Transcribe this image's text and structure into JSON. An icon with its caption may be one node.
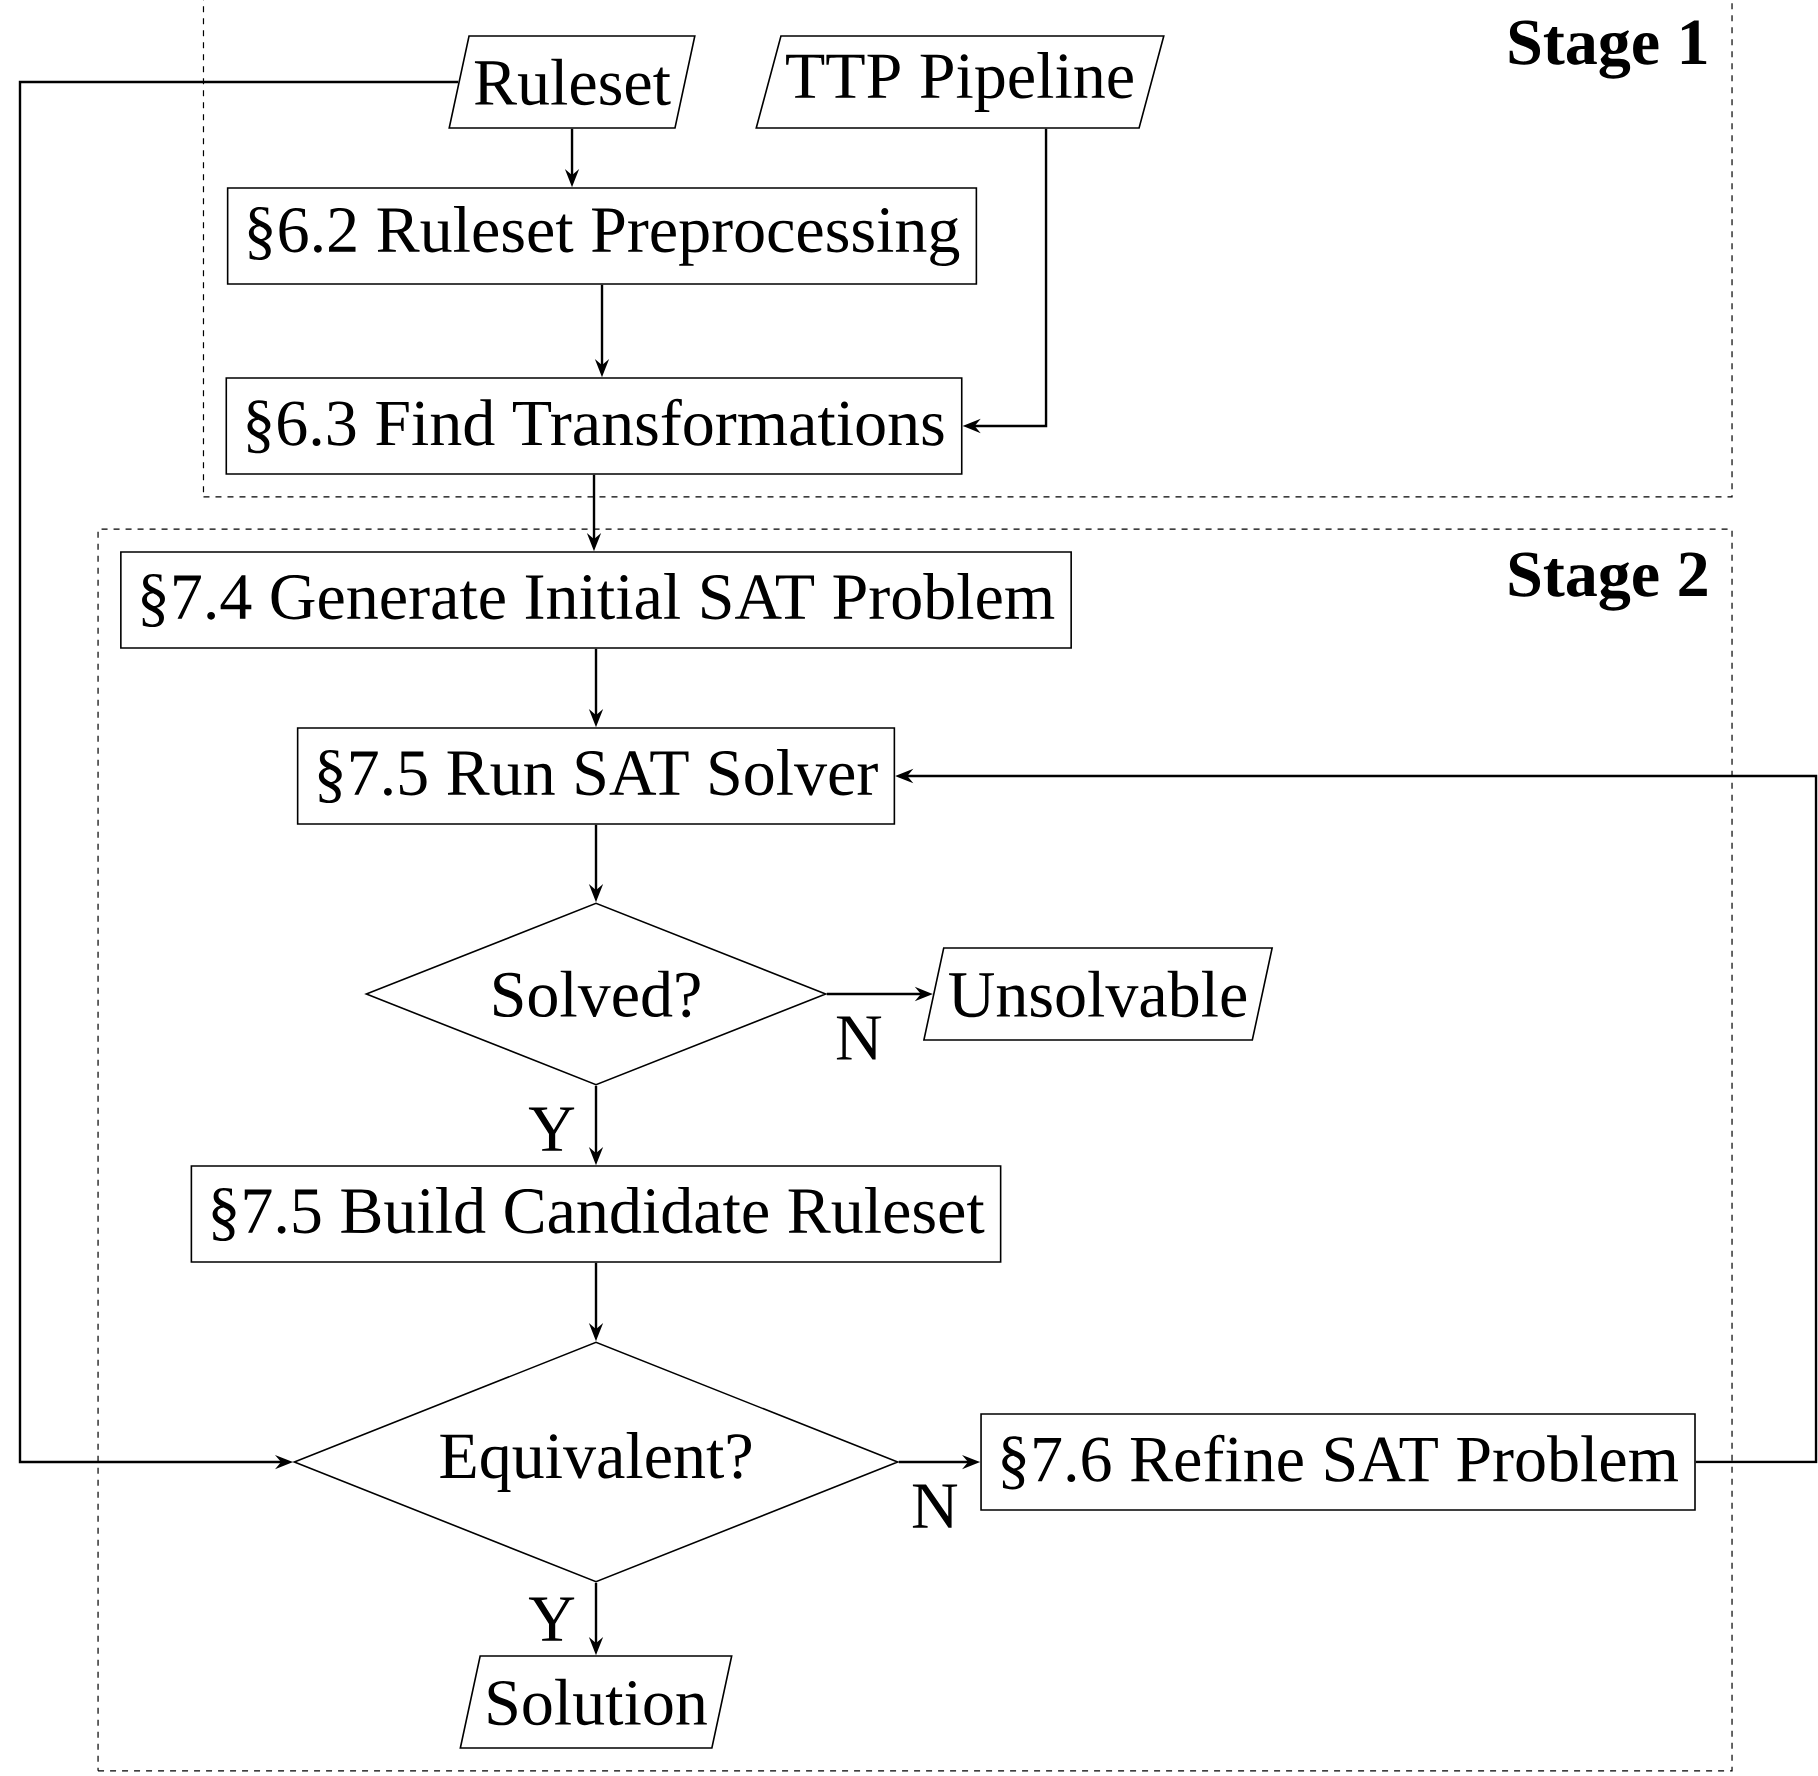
{
  "diagram": {
    "nodes": [
      {
        "text": [
          "Stage 1"
        ]
      },
      {
        "text": [
          "Ruleset"
        ],
        "in": 0
      },
      {
        "text": [
          "TTP Pipeline"
        ],
        "in": 0
      },
      {
        "text": [
          "§6.2 Ruleset Preprocessing"
        ],
        "in": 0
      },
      {
        "text": [
          "§6.3 Find Transformations"
        ],
        "in": 0
      },
      {
        "text": [
          "Stage 2"
        ]
      },
      {
        "text": [
          "§7.4 Generate Initial SAT Problem"
        ],
        "in": 5
      },
      {
        "text": [
          "§7.5 Run SAT Solver"
        ],
        "in": 5
      },
      {
        "text": [
          "Solved?"
        ],
        "in": 5
      },
      {
        "text": [
          "Unsolvable"
        ],
        "in": 5
      },
      {
        "text": [
          "§7.5 Build Candidate Ruleset"
        ],
        "in": 5
      },
      {
        "text": [
          "Equivalent?"
        ],
        "in": 5
      },
      {
        "text": [
          "§7.6 Refine SAT Problem"
        ],
        "in": 5
      },
      {
        "text": [
          "Solution"
        ],
        "in": 5
      }
    ],
    "edges": [
      {
        "from": 1,
        "to": 3,
        "arrow": "to"
      },
      {
        "from": 3,
        "to": 4,
        "arrow": "to"
      },
      {
        "from": 2,
        "to": 4,
        "arrow": "to"
      },
      {
        "from": 4,
        "to": 6,
        "arrow": "to"
      },
      {
        "from": 6,
        "to": 7,
        "arrow": "to"
      },
      {
        "from": 7,
        "to": 8,
        "arrow": "to"
      },
      {
        "from": 8,
        "to": 9,
        "arrow": "to",
        "label": "N"
      },
      {
        "from": 8,
        "to": 10,
        "arrow": "to",
        "label": "Y"
      },
      {
        "from": 10,
        "to": 11,
        "arrow": "to"
      },
      {
        "from": 11,
        "to": 12,
        "arrow": "to",
        "label": "N"
      },
      {
        "from": 11,
        "to": 13,
        "arrow": "to",
        "label": "Y"
      },
      {
        "from": 12,
        "to": 7,
        "arrow": "to"
      },
      {
        "from": 1,
        "to": 11,
        "arrow": "to"
      }
    ]
  }
}
